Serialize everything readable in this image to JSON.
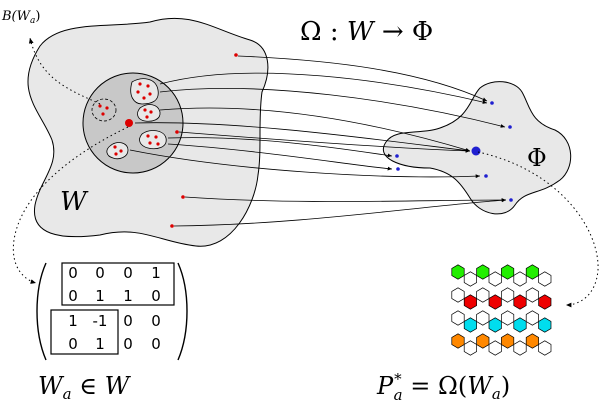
{
  "labels": {
    "ball": "B(W",
    "ball_sub": "a",
    "ball_close": ")",
    "map_omega": "Ω : ",
    "map_w": "W",
    "map_arrow": " → ",
    "map_phi": "Φ",
    "region_w": "W",
    "region_phi": "Φ",
    "bottom_left_w": "W",
    "bottom_left_sub": "a",
    "bottom_left_rest": " ∈ ",
    "bottom_left_w2": "W",
    "bottom_right_p": "P",
    "bottom_right_sub": "a",
    "bottom_right_sup": "*",
    "bottom_right_eq": " = Ω(",
    "bottom_right_w": "W",
    "bottom_right_wsub": "a",
    "bottom_right_close": ")"
  },
  "matrix": {
    "rows": [
      [
        "0",
        "0",
        "0",
        "1"
      ],
      [
        "0",
        "1",
        "1",
        "0"
      ],
      [
        "1",
        "-1",
        "0",
        "0"
      ],
      [
        "0",
        "1",
        "0",
        "0"
      ]
    ]
  },
  "hex_rows": [
    {
      "color": "#22ee00",
      "pattern": [
        1,
        0,
        1,
        0,
        1,
        0,
        1,
        0
      ]
    },
    {
      "color": "#ee0000",
      "pattern": [
        0,
        1,
        0,
        1,
        0,
        1,
        0,
        1
      ]
    },
    {
      "color": "#00ddee",
      "pattern": [
        0,
        1,
        0,
        1,
        0,
        1,
        0,
        1
      ]
    },
    {
      "color": "#ff8800",
      "pattern": [
        1,
        0,
        1,
        0,
        1,
        0,
        1,
        0
      ]
    }
  ],
  "colors": {
    "region_fill": "#e8e8e8",
    "ball_fill": "#c8c8c8",
    "point_red": "#dd0000",
    "point_blue": "#1f1fd0",
    "arrow": "#000000"
  }
}
